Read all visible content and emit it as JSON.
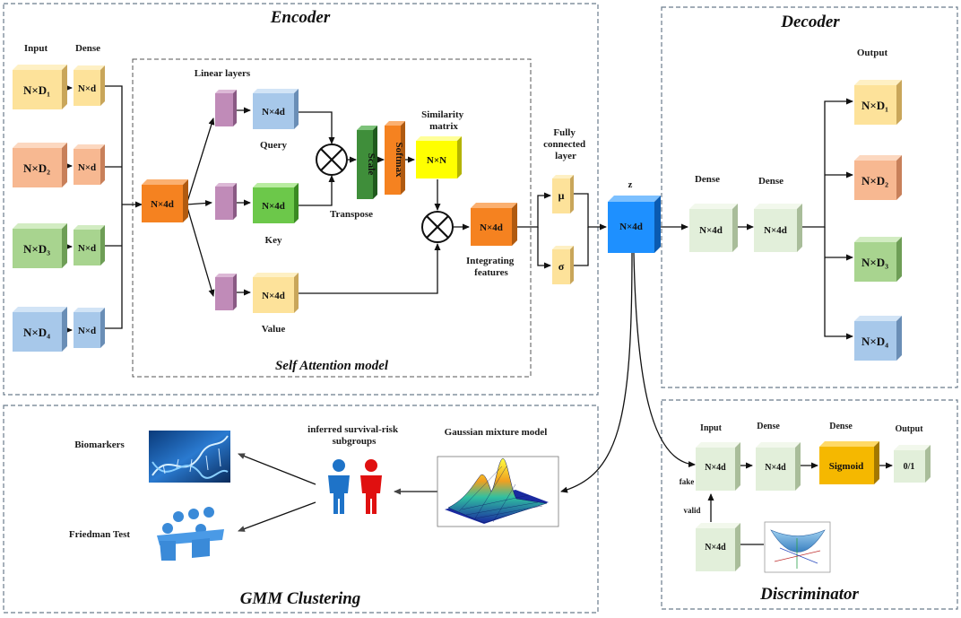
{
  "colors": {
    "yellow": "#fde29a",
    "orange_pale": "#f7b891",
    "green_pale": "#a8d48f",
    "blue_pale": "#a7c8ea",
    "orange": "#f58220",
    "purple": "#c08bb8",
    "green_dark": "#3f8e3a",
    "bright_yellow": "#ffff00",
    "z_blue": "#1e90ff",
    "mint": "#e2efda",
    "sigmoid": "#f5b800",
    "frame": "#6b7c8c"
  },
  "sections": {
    "encoder": "Encoder",
    "decoder": "Decoder",
    "self_attention": "Self Attention model",
    "gmm": "GMM Clustering",
    "discriminator": "Discriminator"
  },
  "encoder": {
    "input_header": "Input",
    "dense_header": "Dense",
    "inputs": [
      "N×D₁",
      "N×D₂",
      "N×D₃",
      "N×D₄"
    ],
    "dense": [
      "N×d",
      "N×d",
      "N×d",
      "N×d"
    ],
    "concat": "N×4d",
    "linear_layers": "Linear layers",
    "query_box": "N×4d",
    "key_box": "N×4d",
    "value_box": "N×4d",
    "query": "Query",
    "key": "Key",
    "value": "Value",
    "transpose": "Transpose",
    "scale": "Scale",
    "softmax": "Softmax",
    "similarity": "Similarity\nmatrix",
    "nxn": "N×N",
    "integrated": "N×4d",
    "integrating": "Integrating\nfeatures",
    "fc": "Fully\nconnected\nlayer",
    "mu": "μ",
    "sigma": "σ"
  },
  "latent": {
    "label": "z",
    "box": "N×4d"
  },
  "decoder": {
    "dense_header_1": "Dense",
    "dense_header_2": "Dense",
    "dense_1": "N×4d",
    "dense_2": "N×4d",
    "output_header": "Output",
    "outputs": [
      "N×D₁",
      "N×D₂",
      "N×D₃",
      "N×D₄"
    ]
  },
  "gmm": {
    "gaussian": "Gaussian mixture model",
    "subgroups": "inferred survival-risk\nsubgroups",
    "biomarkers": "Biomarkers",
    "friedman": "Friedman Test"
  },
  "discriminator": {
    "input_header": "Input",
    "dense_header_1": "Dense",
    "dense_header_2": "Dense",
    "output_header": "Output",
    "input_box": "N×4d",
    "dense_box": "N×4d",
    "sigmoid": "Sigmoid",
    "output_box": "0/1",
    "fake": "fake",
    "valid": "valid",
    "prior_box": "N×4d"
  }
}
